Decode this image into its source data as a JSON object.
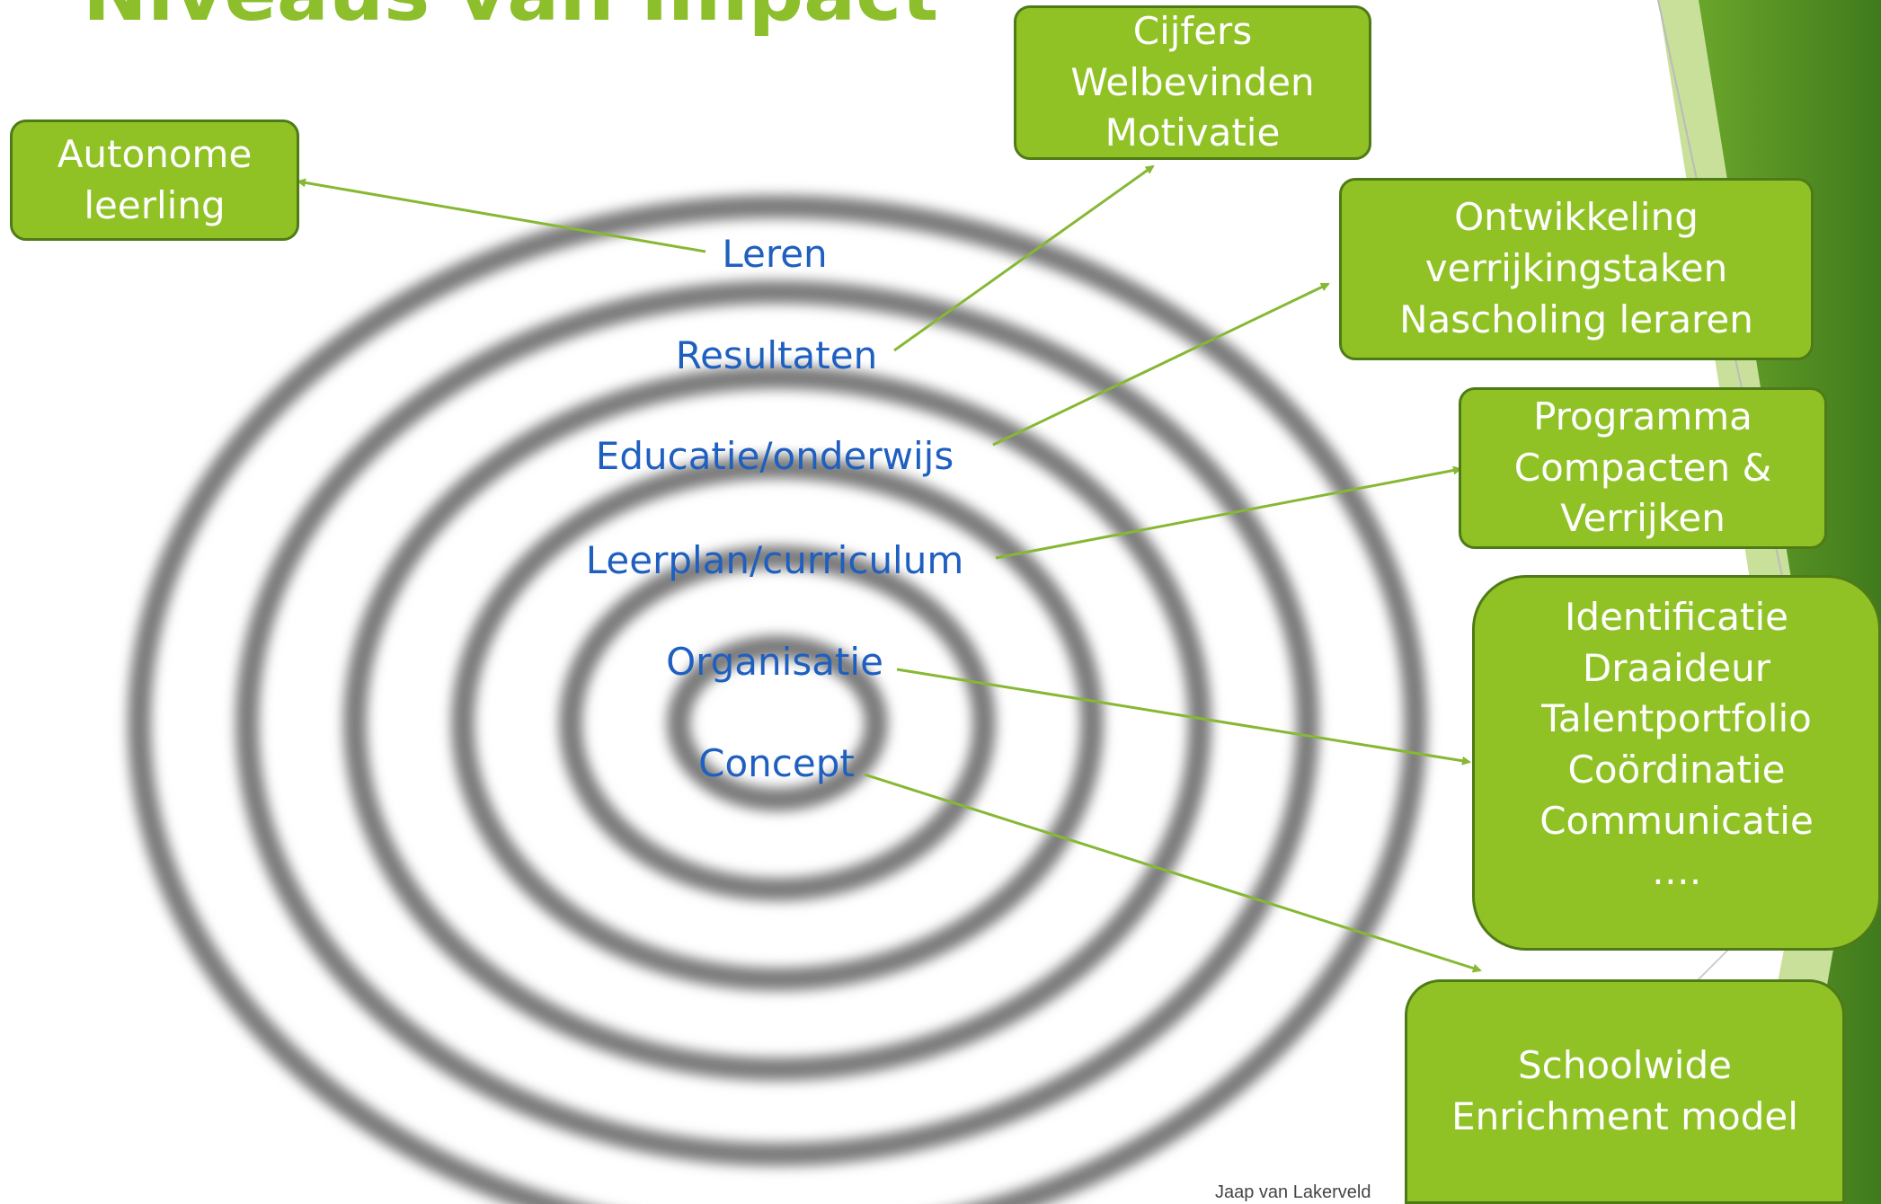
{
  "title": "Niveaus van impact",
  "levels": [
    "Leren",
    "Resultaten",
    "Educatie/onderwijs",
    "Leerplan/curriculum",
    "Organisatie",
    "Concept"
  ],
  "boxes": {
    "autonome": [
      "Autonome",
      "leerling"
    ],
    "cijfers": [
      "Cijfers",
      "Welbevinden",
      "Motivatie"
    ],
    "ontwikkeling": [
      "Ontwikkeling",
      "verrijkingstaken",
      "Nascholing leraren"
    ],
    "programma": [
      "Programma",
      "Compacten &",
      "Verrijken"
    ],
    "identificatie": [
      "Identificatie",
      "Draaideur",
      "Talentportfolio",
      "Coördinatie",
      "Communicatie",
      "…."
    ],
    "schoolwide": [
      "Schoolwide",
      "Enrichment model"
    ]
  },
  "footer": "Jaap van Lakerveld",
  "colors": {
    "accent": "#90c226",
    "accent_dark": "#4f7a18",
    "title": "#8dbf2c",
    "level_text": "#1e5fbf",
    "ring": "#7a7a7a",
    "arrow": "#86b833"
  }
}
